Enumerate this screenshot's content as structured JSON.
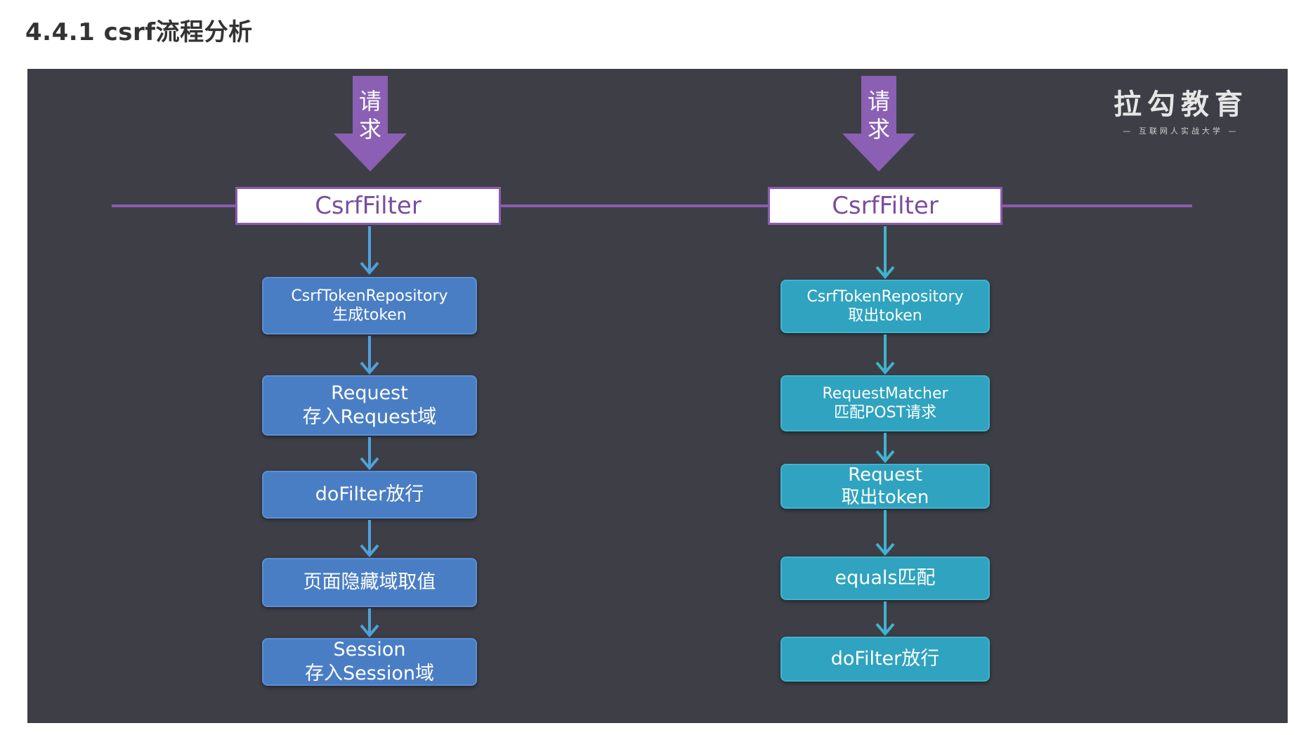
{
  "page": {
    "heading": "4.4.1 csrf流程分析"
  },
  "brand": {
    "name": "拉勾教育",
    "tagline": "— 互联网人实战大学 —"
  },
  "colors": {
    "panel_bg": "#3e3f46",
    "purple": "#8c5bb0",
    "left_step": "#4a7ec4",
    "right_step": "#2fa3bf"
  },
  "left_flow": {
    "request_label": "请求",
    "filter": "CsrfFilter",
    "steps": [
      {
        "line1": "CsrfTokenRepository",
        "line2": "生成token"
      },
      {
        "line1": "Request",
        "line2": "存入Request域"
      },
      {
        "line1": "doFilter放行",
        "line2": ""
      },
      {
        "line1": "页面隐藏域取值",
        "line2": ""
      },
      {
        "line1": "Session",
        "line2": "存入Session域"
      }
    ]
  },
  "right_flow": {
    "request_label": "请求",
    "filter": "CsrfFilter",
    "steps": [
      {
        "line1": "CsrfTokenRepository",
        "line2": "取出token"
      },
      {
        "line1": "RequestMatcher",
        "line2": "匹配POST请求"
      },
      {
        "line1": "Request",
        "line2": "取出token"
      },
      {
        "line1": "equals匹配",
        "line2": ""
      },
      {
        "line1": "doFilter放行",
        "line2": ""
      }
    ]
  }
}
